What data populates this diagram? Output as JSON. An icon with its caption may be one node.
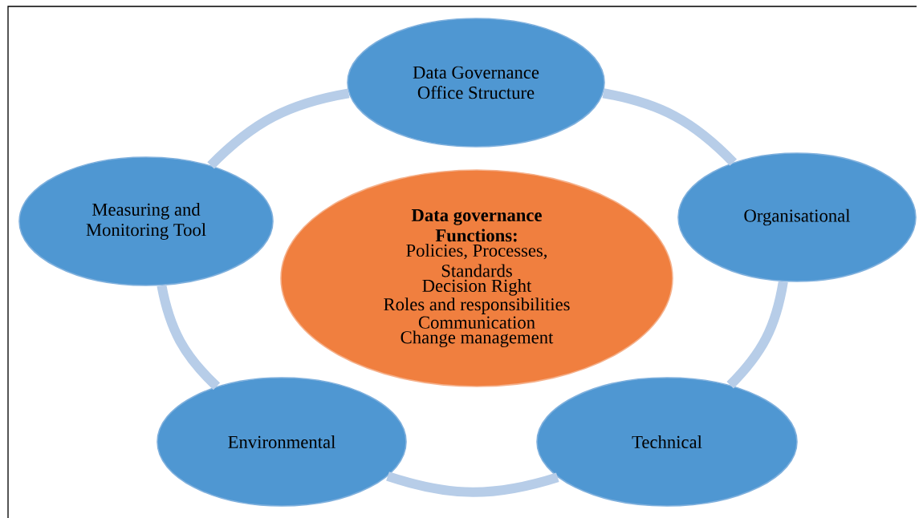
{
  "diagram": {
    "nodes": [
      {
        "text": [
          "Data Governance Office Structure"
        ]
      },
      {
        "text": [
          "Organisational"
        ]
      },
      {
        "text": [
          "Technical"
        ]
      },
      {
        "text": [
          "Environmental"
        ]
      },
      {
        "text": [
          "Measuring and Monitoring Tool"
        ]
      },
      {
        "text": [
          "Data governance Functions:",
          "Policies, Processes, Standards",
          "Decision Right",
          "Roles and responsibilities",
          "Communication",
          "Change management"
        ]
      }
    ],
    "edges": [
      {
        "from": 0,
        "to": 1,
        "arrow": "none"
      },
      {
        "from": 1,
        "to": 2,
        "arrow": "none"
      },
      {
        "from": 2,
        "to": 3,
        "arrow": "none"
      },
      {
        "from": 3,
        "to": 4,
        "arrow": "none"
      },
      {
        "from": 4,
        "to": 0,
        "arrow": "none"
      }
    ]
  }
}
